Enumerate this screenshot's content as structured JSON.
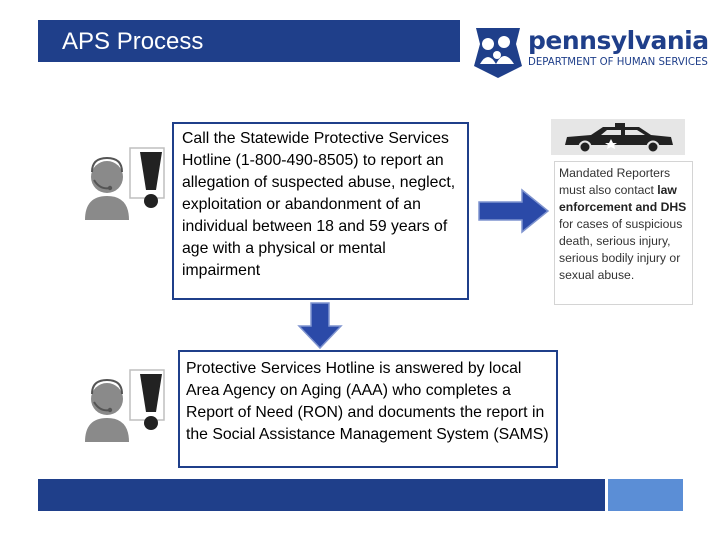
{
  "header": {
    "title": "APS Process"
  },
  "logo": {
    "name": "pennsylvania",
    "department": "DEPARTMENT OF HUMAN SERVICES"
  },
  "steps": {
    "step1": "Call the Statewide Protective Services Hotline (1-800-490-8505) to report an allegation of suspected abuse, neglect, exploitation or abandonment of an individual between 18 and 59 years of age with a physical or mental impairment",
    "step2": "Protective Services Hotline is answered by local Area Agency on Aging (AAA) who completes a Report of Need (RON) and documents the report in the Social Assistance Management System (SAMS)"
  },
  "mandated": {
    "part1": "Mandated Reporters must also contact ",
    "bold": "law enforcement and DHS",
    "part2": " for cases of suspicious death, serious injury, serious bodily injury or sexual abuse."
  },
  "icons": [
    "caller-headset-icon",
    "exclamation-icon",
    "arrow-down-icon",
    "arrow-right-icon",
    "police-car-icon",
    "pa-keystone-family-icon"
  ],
  "colors": {
    "brand_blue": "#1f3f8a",
    "arrow_blue": "#2b4aa8",
    "footer_accent": "#5b8ed6"
  }
}
